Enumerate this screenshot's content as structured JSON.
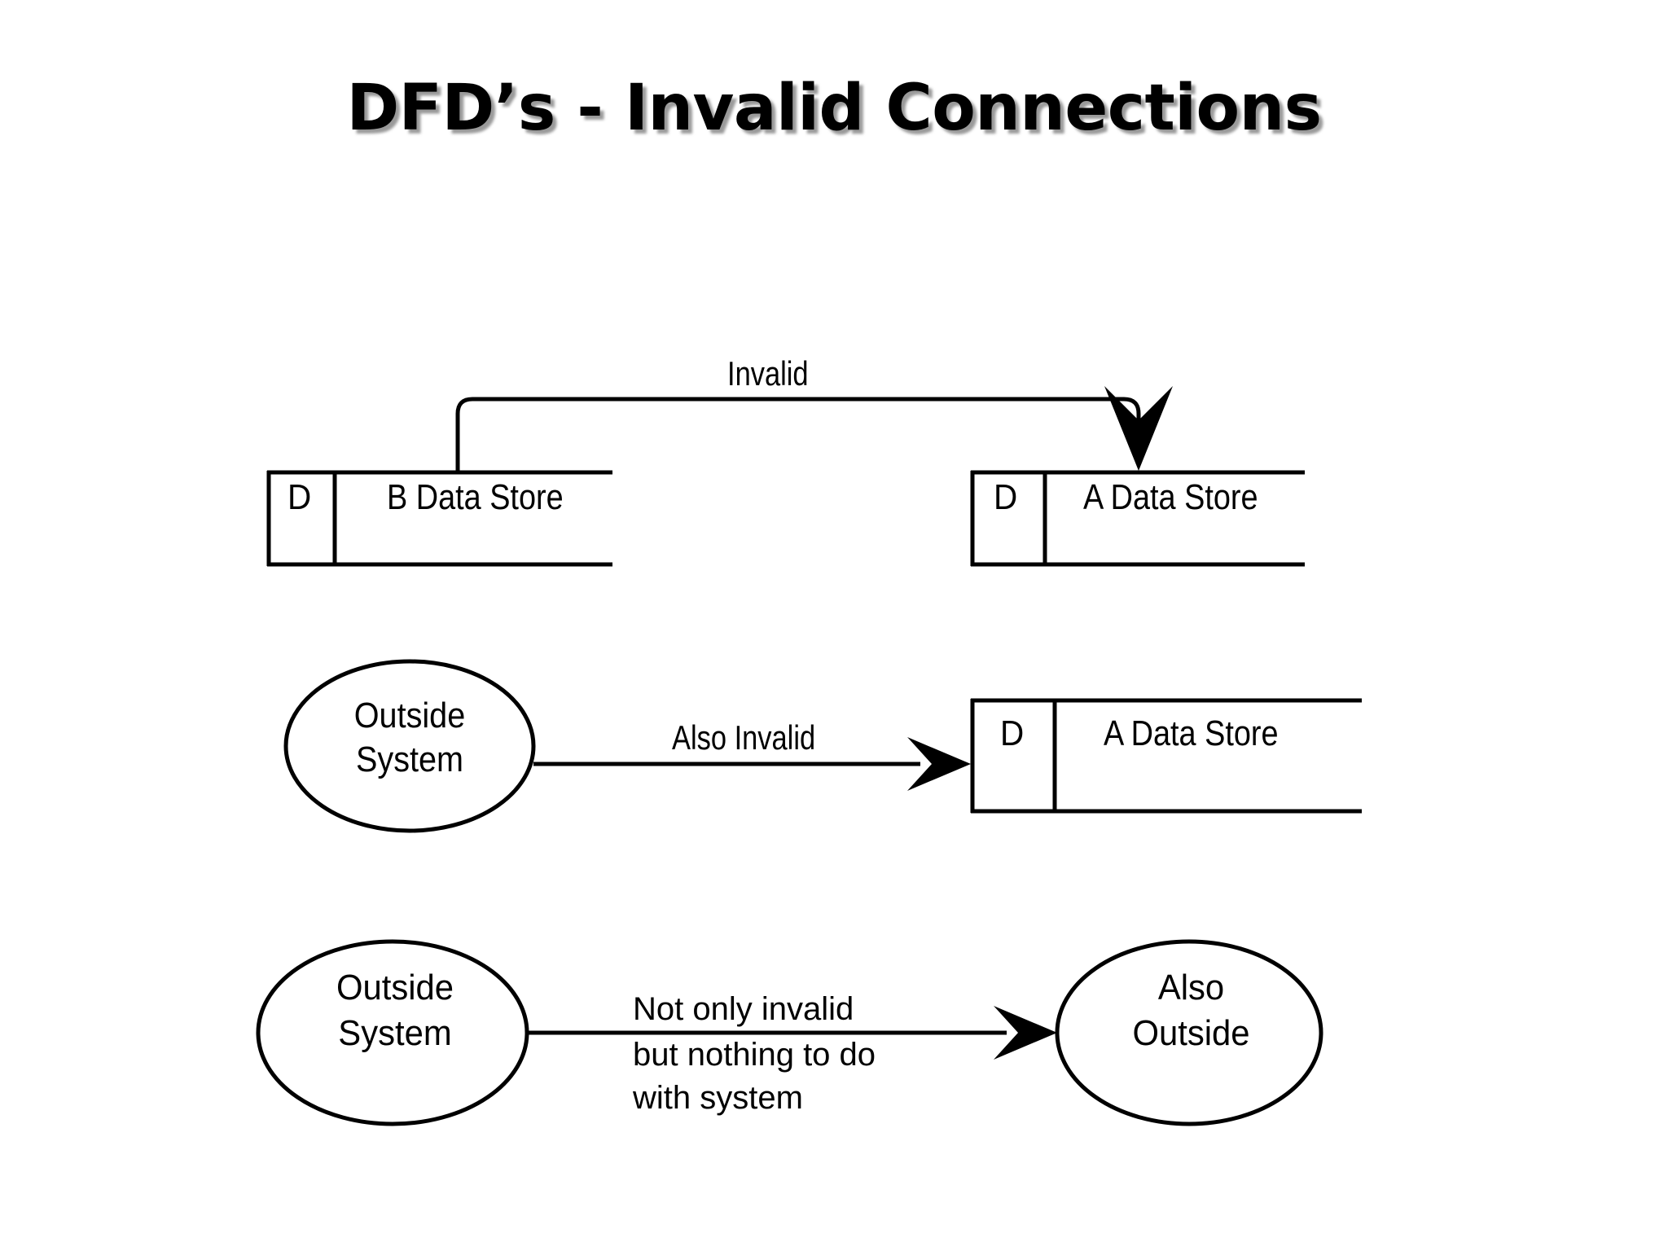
{
  "slide": {
    "title": "DFD’s - Invalid Connections",
    "background_color": "#ffffff",
    "ink_color": "#000000"
  },
  "diagram": {
    "rows": [
      {
        "id": "row-1",
        "source_store": {
          "tag": "D",
          "name": "B Data Store"
        },
        "flow_label": "Invalid",
        "target_store": {
          "tag": "D",
          "name": "A Data Store"
        }
      },
      {
        "id": "row-2",
        "source_entity": {
          "line1": "Outside",
          "line2": "System"
        },
        "flow_label": "Also Invalid",
        "target_store": {
          "tag": "D",
          "name": "A Data Store"
        }
      },
      {
        "id": "row-3",
        "source_entity": {
          "line1": "Outside",
          "line2": "System"
        },
        "flow_label_lines": [
          "Not only invalid",
          "but nothing to do",
          "with system"
        ],
        "target_entity": {
          "line1": "Also",
          "line2": "Outside"
        }
      }
    ]
  },
  "labels": {
    "store_b_tag": "D",
    "store_b_name": "B Data Store",
    "store_a1_tag": "D",
    "store_a1_name": "A Data Store",
    "store_a2_tag": "D",
    "store_a2_name": "A Data Store",
    "invalid": "Invalid",
    "also_invalid": "Also Invalid",
    "outside_system_1_l1": "Outside",
    "outside_system_1_l2": "System",
    "outside_system_2_l1": "Outside",
    "outside_system_2_l2": "System",
    "also_outside_l1": "Also",
    "also_outside_l2": "Outside",
    "note_l1": "Not only invalid",
    "note_l2": "but nothing to do",
    "note_l3": "with system"
  }
}
